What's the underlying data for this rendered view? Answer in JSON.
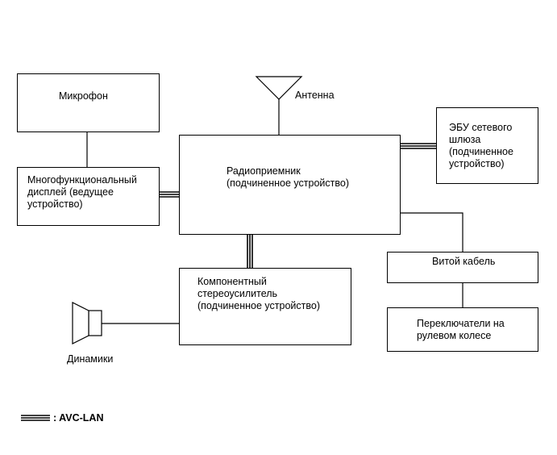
{
  "blocks": {
    "microphone": "Микрофон",
    "multifunction_display": "Многофункциональный\nдисплей (ведущее\nустройство)",
    "radio_receiver": "Радиоприемник\n(подчиненное устройство)",
    "gateway_ecu": "ЭБУ сетевого\nшлюза\n(подчиненное\nустройство)",
    "spiral_cable": "Витой кабель",
    "steering_switches": "Переключатели на\nрулевом колесе",
    "stereo_amplifier": "Компонентный\nстереоусилитель\n(подчиненное устройство)"
  },
  "labels": {
    "antenna": "Антенна",
    "speakers": "Динамики"
  },
  "legend": {
    "text": ": AVC-LAN"
  }
}
